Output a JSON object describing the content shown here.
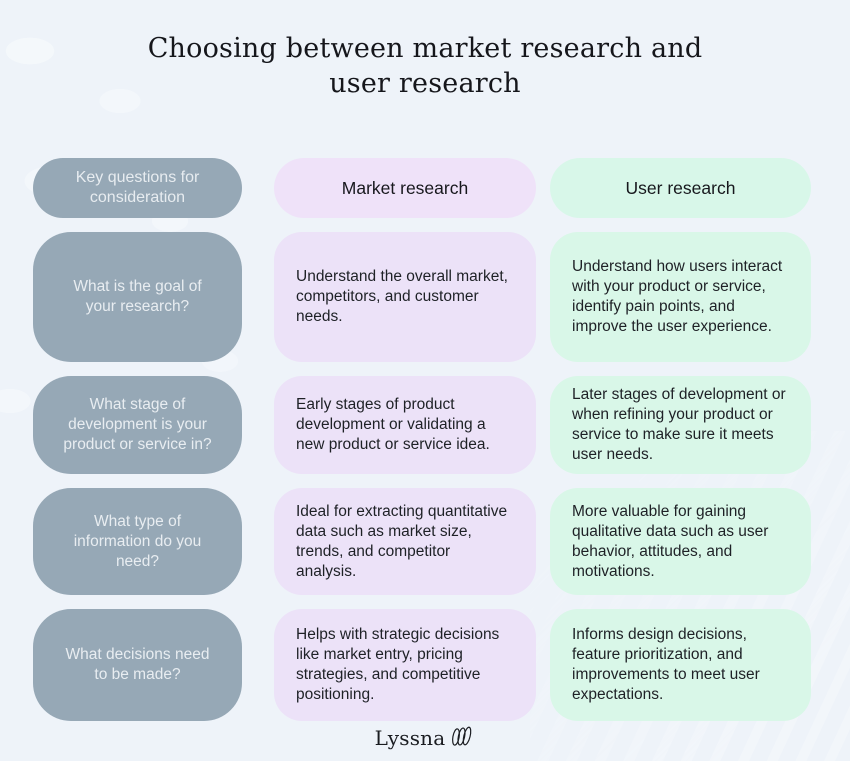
{
  "page": {
    "title_lines": [
      "Choosing between market research and",
      "user research"
    ]
  },
  "table": {
    "headers": [
      {
        "label": "Key questions for consideration"
      },
      {
        "label": "Market research"
      },
      {
        "label": "User research"
      }
    ],
    "rows": [
      {
        "question": "What is the goal of your research?",
        "market": "Understand the overall market, competitors, and customer needs.",
        "user": "Understand how users interact with your product or service, identify pain points, and improve the user experience."
      },
      {
        "question": "What stage of development is your product or service in?",
        "market": "Early stages of product development or validating a new product or service idea.",
        "user": "Later stages of development or when refining your product or service to make sure it meets user needs."
      },
      {
        "question": "What type of information do you need?",
        "market": "Ideal for extracting quantitative data such as market size, trends, and competitor analysis.",
        "user": "More valuable for gaining qualitative data such as user behavior, attitudes, and motivations."
      },
      {
        "question": "What decisions need to be made?",
        "market": "Helps with strategic decisions like market entry, pricing strategies, and competitive positioning.",
        "user": "Informs design decisions, feature prioritization, and improvements to meet user expectations."
      }
    ]
  },
  "footer": {
    "brand": "Lyssna",
    "logo_mark_icon": "scribble-loops-icon"
  },
  "colors": {
    "background": "#eef3f9",
    "question_pill": "#96a8b6",
    "question_text": "#e8edf1",
    "market_pill": "#ece2f8",
    "market_header": "#efe2f9",
    "user_pill": "#d9f7e8",
    "user_header": "#d8f7e9",
    "body_text": "#1e2126",
    "title_text": "#15161b"
  }
}
